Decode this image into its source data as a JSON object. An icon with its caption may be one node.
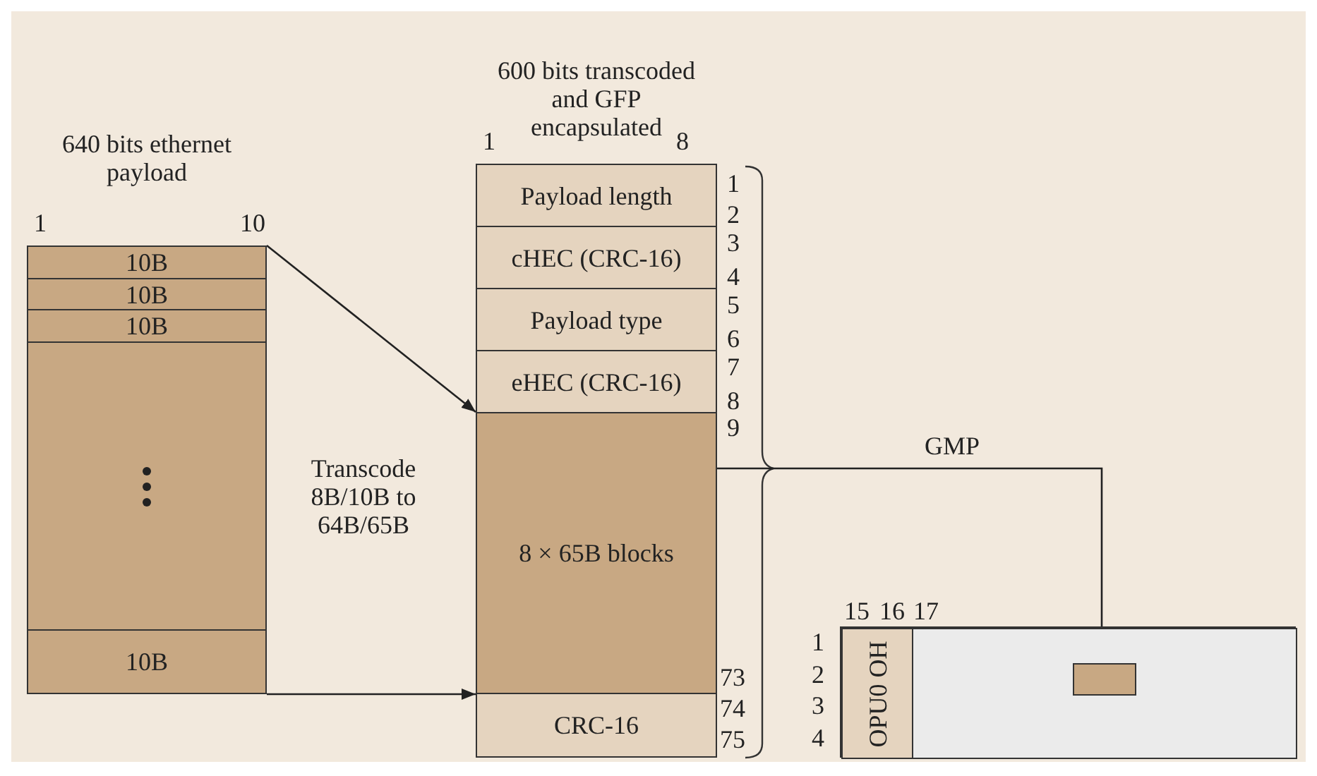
{
  "diagram": {
    "nodes": [
      {
        "text": [
          "640 bits ethernet payload"
        ]
      },
      {
        "text": [
          "10B"
        ],
        "in": 0
      },
      {
        "text": [
          "10B"
        ],
        "in": 0
      },
      {
        "text": [
          "10B"
        ],
        "in": 0
      },
      {
        "text": [],
        "shape": "box",
        "in": 0
      },
      {
        "text": [
          "10B"
        ],
        "in": 0
      },
      {
        "text": [
          "600 bits transcoded and GFP encapsulated"
        ]
      },
      {
        "text": [
          "Payload length"
        ],
        "in": 6
      },
      {
        "text": [
          "cHEC (CRC-16)"
        ],
        "in": 6
      },
      {
        "text": [
          "Payload type"
        ],
        "in": 6
      },
      {
        "text": [
          "eHEC (CRC-16)"
        ],
        "in": 6
      },
      {
        "text": [
          "8 × 65B blocks"
        ],
        "in": 6
      },
      {
        "text": [
          "CRC-16"
        ],
        "in": 6
      },
      {
        "text": [],
        "shape": "box"
      },
      {
        "text": [
          "OPU0 OH"
        ],
        "in": 13
      },
      {
        "text": [],
        "shape": "box",
        "in": 13
      },
      {
        "text": [],
        "shape": "box",
        "in": 15
      }
    ],
    "edges": [
      {
        "from": 1,
        "to": 11,
        "arrow": "to"
      },
      {
        "from": 5,
        "to": 11,
        "arrow": "to"
      },
      {
        "from": 6,
        "to": 16,
        "arrow": "to",
        "label": "GMP"
      }
    ],
    "labels": [
      "1",
      "8",
      "1",
      "10",
      "1",
      "2",
      "3",
      "4",
      "5",
      "6",
      "7",
      "8",
      "9",
      "Transcode 8B/10B to 64B/65B",
      "73",
      "74",
      "75",
      "15",
      "16",
      "17",
      "1",
      "2",
      "3",
      "4"
    ]
  }
}
